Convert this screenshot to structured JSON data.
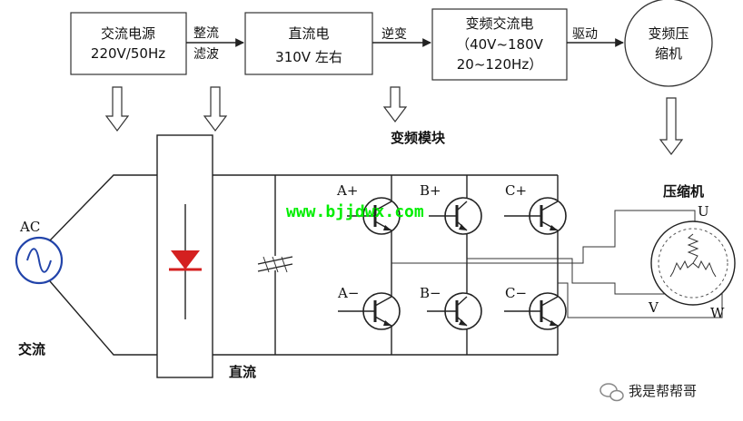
{
  "top_flow": {
    "block_ac_source": {
      "line1": "交流电源",
      "line2": "220V/50Hz"
    },
    "arrow_rectify": {
      "line1": "整流",
      "line2": "滤波"
    },
    "block_dc": {
      "line1": "直流电",
      "line2": "310V 左右"
    },
    "arrow_invert": {
      "label": "逆变"
    },
    "block_vf_ac": {
      "line1": "变频交流电",
      "line2": "（40V~180V",
      "line3": "20~120Hz）"
    },
    "arrow_drive": {
      "label": "驱动"
    },
    "block_compressor": {
      "line1": "变频压",
      "line2": "缩机"
    }
  },
  "circuit": {
    "ac_source_label": "AC",
    "ac_label": "交流",
    "dc_label": "直流",
    "module_label": "变频模块",
    "compressor_label": "压缩机",
    "transistors": [
      "A+",
      "B+",
      "C+",
      "A−",
      "B−",
      "C−"
    ],
    "phases": [
      "U",
      "V",
      "W"
    ]
  },
  "watermark": "www.bjjdwx.com",
  "credit": "我是帮帮哥",
  "colors": {
    "diode": "#d42020",
    "watermark": "#00ee00",
    "line": "#222222"
  }
}
